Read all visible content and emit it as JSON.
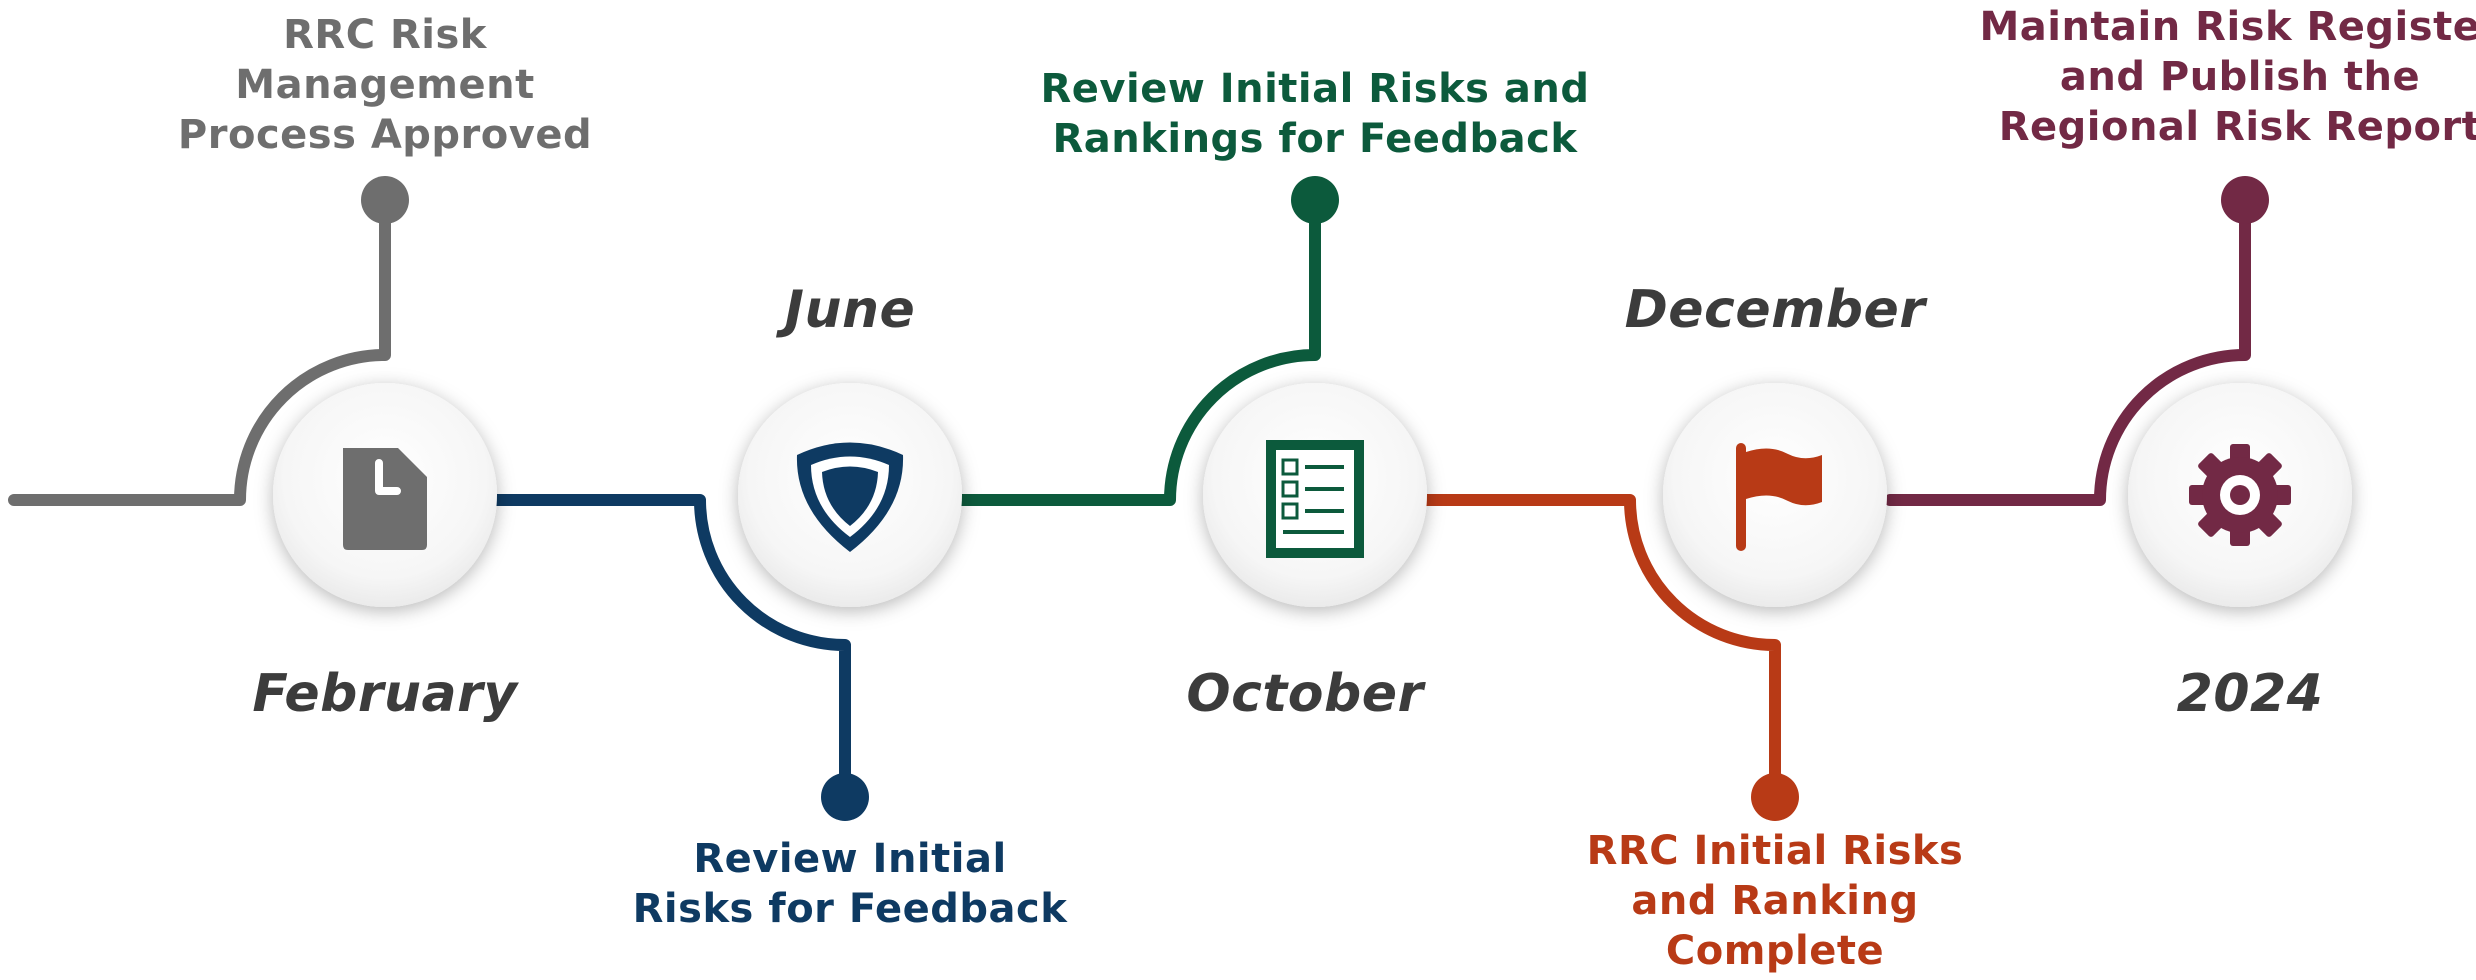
{
  "colors": {
    "gray": "#6e6e6e",
    "navy": "#0e3a62",
    "green": "#0c5a3c",
    "orange": "#b83a16",
    "maroon": "#722945",
    "period_text": "#3c3c3c"
  },
  "periods": [
    "February",
    "June",
    "October",
    "December",
    "2024"
  ],
  "milestones": [
    {
      "lines": [
        "RRC Risk",
        "Management",
        "Process Approved"
      ],
      "color": "#6e6e6e",
      "icon": "document-icon"
    },
    {
      "lines": [
        "Review Initial",
        "Risks for Feedback"
      ],
      "color": "#0e3a62",
      "icon": "shield-icon"
    },
    {
      "lines": [
        "Review Initial Risks and",
        "Rankings for Feedback"
      ],
      "color": "#0c5a3c",
      "icon": "checklist-icon"
    },
    {
      "lines": [
        "RRC Initial Risks",
        "and Ranking",
        "Complete"
      ],
      "color": "#b83a16",
      "icon": "flag-icon"
    },
    {
      "lines": [
        "Maintain Risk Register",
        "and Publish the",
        "Regional Risk Report"
      ],
      "color": "#722945",
      "icon": "gear-icon"
    }
  ]
}
